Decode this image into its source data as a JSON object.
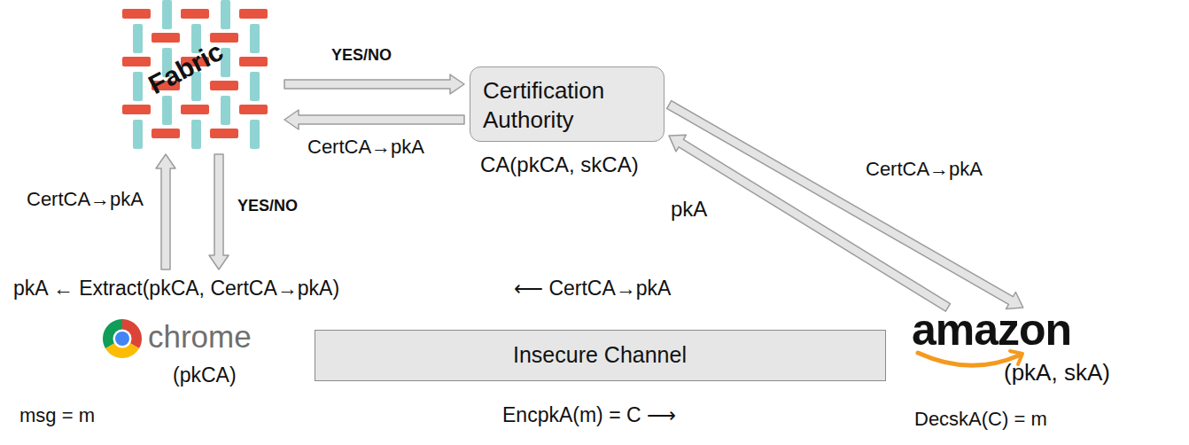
{
  "diagram": {
    "nodes": [
      {
        "text": [
          "Fabric"
        ]
      },
      {
        "text": [
          "Certification Authority"
        ]
      },
      {
        "text": [
          "pkA ← Extract(pkCA, CertCA→pkA)",
          "chrome",
          "(pkCA)"
        ]
      },
      {
        "text": [
          "amazon",
          "(pkA, skA)"
        ]
      },
      {
        "text": [
          "Insecure Channel"
        ]
      }
    ],
    "edges": [
      {
        "from": 0,
        "to": 1,
        "label": "YES/NO",
        "arrow": "to"
      },
      {
        "from": 1,
        "to": 0,
        "label": "CertCA→pkA",
        "arrow": "to"
      },
      {
        "from": 2,
        "to": 0,
        "label": "CertCA→pkA",
        "arrow": "to"
      },
      {
        "from": 0,
        "to": 2,
        "label": "YES/NO",
        "arrow": "to"
      },
      {
        "from": 3,
        "to": 1,
        "label": "pkA",
        "arrow": "to"
      },
      {
        "from": 1,
        "to": 3,
        "label": "CertCA→pkA",
        "arrow": "to"
      }
    ],
    "labels": [
      "CA(pkCA, skCA)",
      "msg = m",
      "DecskA(C) = m",
      "⟵ CertCA→pkA",
      "EncpkA(m) = C ⟶"
    ]
  }
}
